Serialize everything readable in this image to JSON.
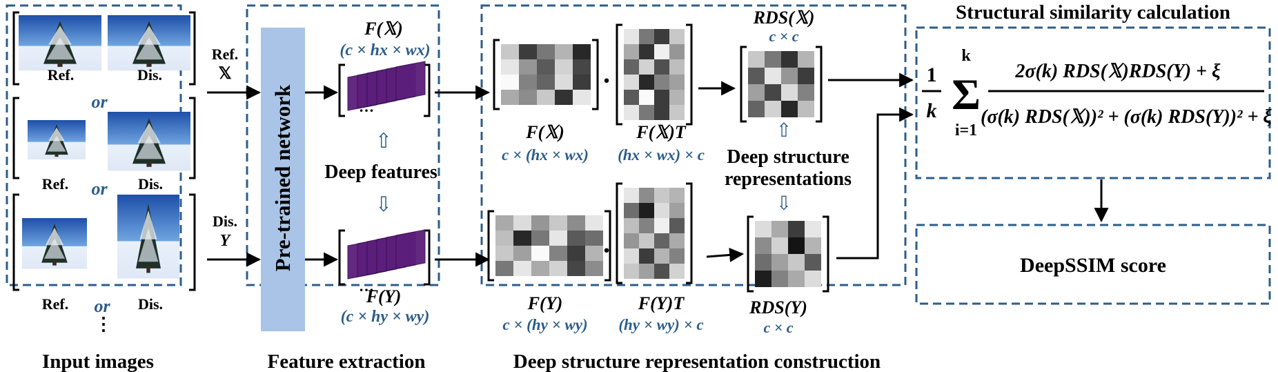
{
  "sections": {
    "input": "Input images",
    "feature": "Feature extraction",
    "deep": "Deep structure representation construction",
    "similarity": "Structural similarity calculation"
  },
  "input": {
    "ref_label": "Ref.",
    "dis_label": "Dis.",
    "or_label": "or",
    "ellipsis": "⋮",
    "ref_input_label": "Ref.",
    "ref_input_symbol": "𝕏",
    "dis_input_label": "Dis.",
    "dis_input_symbol": "Y"
  },
  "network": {
    "label": "Pre-trained network",
    "color": "#a9c4e6"
  },
  "features": {
    "top_symbol": "F(𝕏)",
    "top_dims": "(c × hx × wx)",
    "bottom_symbol": "F(Y)",
    "bottom_dims": "(c × hy × wy)",
    "middle_label": "Deep features",
    "stack_color": "#5b1e7a"
  },
  "matrices": {
    "fx": "F(𝕏)",
    "fx_dims": "c × (hx × wx)",
    "fxt": "F(𝕏)T",
    "fxt_dims": "(hx × wx) × c",
    "fy": "F(Y)",
    "fy_dims": "c × (hy × wy)",
    "fyt": "F(Y)T",
    "fyt_dims": "(hy × wy) × c",
    "rds_x": "RDS(𝕏)",
    "rds_x_dims": "c × c",
    "rds_y": "RDS(Y)",
    "rds_y_dims": "c × c",
    "dot": "·",
    "repr_label_1": "Deep structure",
    "repr_label_2": "representations"
  },
  "formula": {
    "frac_num_outer": "1",
    "frac_den_outer": "k",
    "sum_top": "k",
    "sum_bottom": "i=1",
    "numerator": "2σ(k) RDS(𝕏)RDS(Y) + ξ",
    "denominator": "(σ(k) RDS(𝕏))² + (σ(k) RDS(Y))² + ξ"
  },
  "output": {
    "score_label": "DeepSSIM score"
  },
  "colors": {
    "dashed_border": "#2c5d8a",
    "dims_text": "#2c5d8a"
  }
}
